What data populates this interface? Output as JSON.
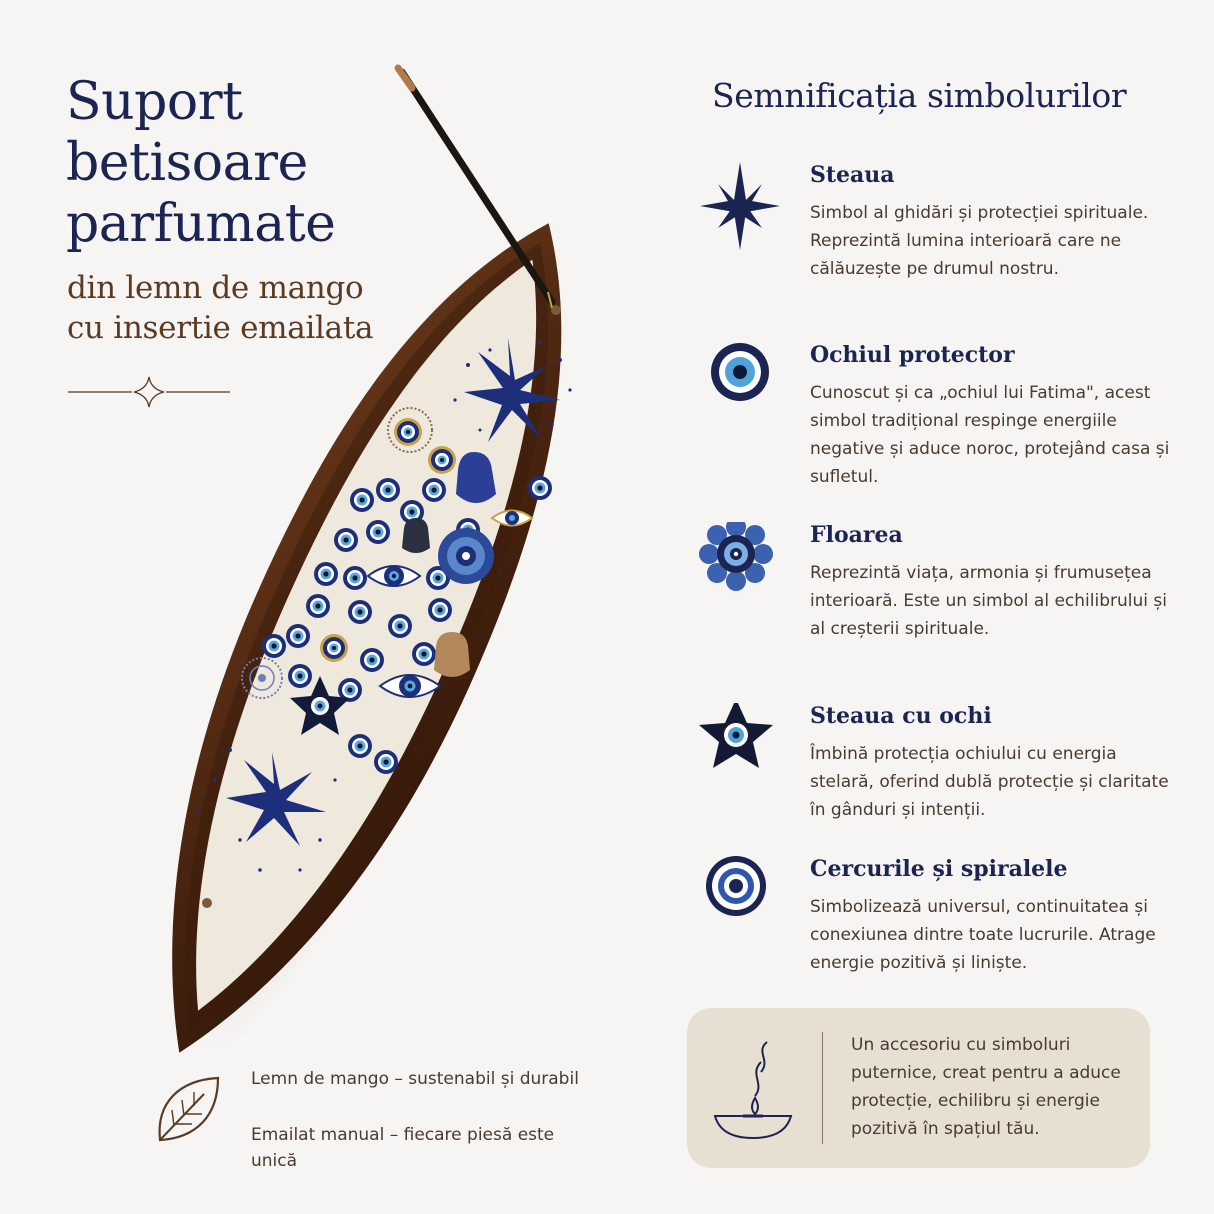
{
  "header": {
    "title_lines": [
      "Suport",
      "betisoare",
      "parfumate"
    ],
    "subtitle_lines": [
      "din lemn de mango",
      "cu insertie emailata"
    ]
  },
  "symbols": {
    "title": "Semnificația simbolurilor",
    "items": [
      {
        "title": "Steaua",
        "description": "Simbol al ghidări și protecției spirituale. Reprezintă lumina interioară care ne călăuzește pe drumul nostru.",
        "icon": "star-icon"
      },
      {
        "title": "Ochiul protector",
        "description": "Cunoscut și ca „ochiul lui Fatima\", acest simbol tradițional respinge energiile negative și aduce noroc, protejând casa și sufletul.",
        "icon": "evil-eye-icon"
      },
      {
        "title": "Floarea",
        "description": "Reprezintă viața, armonia și frumusețea interioară. Este un simbol al echilibrului și al creșterii spirituale.",
        "icon": "flower-icon"
      },
      {
        "title": "Steaua cu ochi",
        "description": "Îmbină protecția ochiului cu energia stelară, oferind dublă protecție și claritate în gânduri și intenții.",
        "icon": "star-eye-icon"
      },
      {
        "title": "Cercurile și spiralele",
        "description": "Simbolizează universul, continuitatea și conexiunea dintre toate lucrurile. Atrage energie pozitivă și liniște.",
        "icon": "concentric-circles-icon"
      }
    ]
  },
  "info_box": {
    "text": "Un accesoriu cu simboluri puternice, creat pentru a aduce protecție, echilibru și energie pozitivă în spațiul tău.",
    "icon": "candle-icon"
  },
  "features": {
    "items": [
      "Lemn de mango – sustenabil și durabil",
      "Emailat manual – fiecare piesă este unică"
    ],
    "icon": "leaf-icon"
  },
  "colors": {
    "navy": "#1b2452",
    "brown": "#5a3a22",
    "text": "#4a3a30",
    "box": "#e8dfd3",
    "background": "#f6f5f3"
  }
}
